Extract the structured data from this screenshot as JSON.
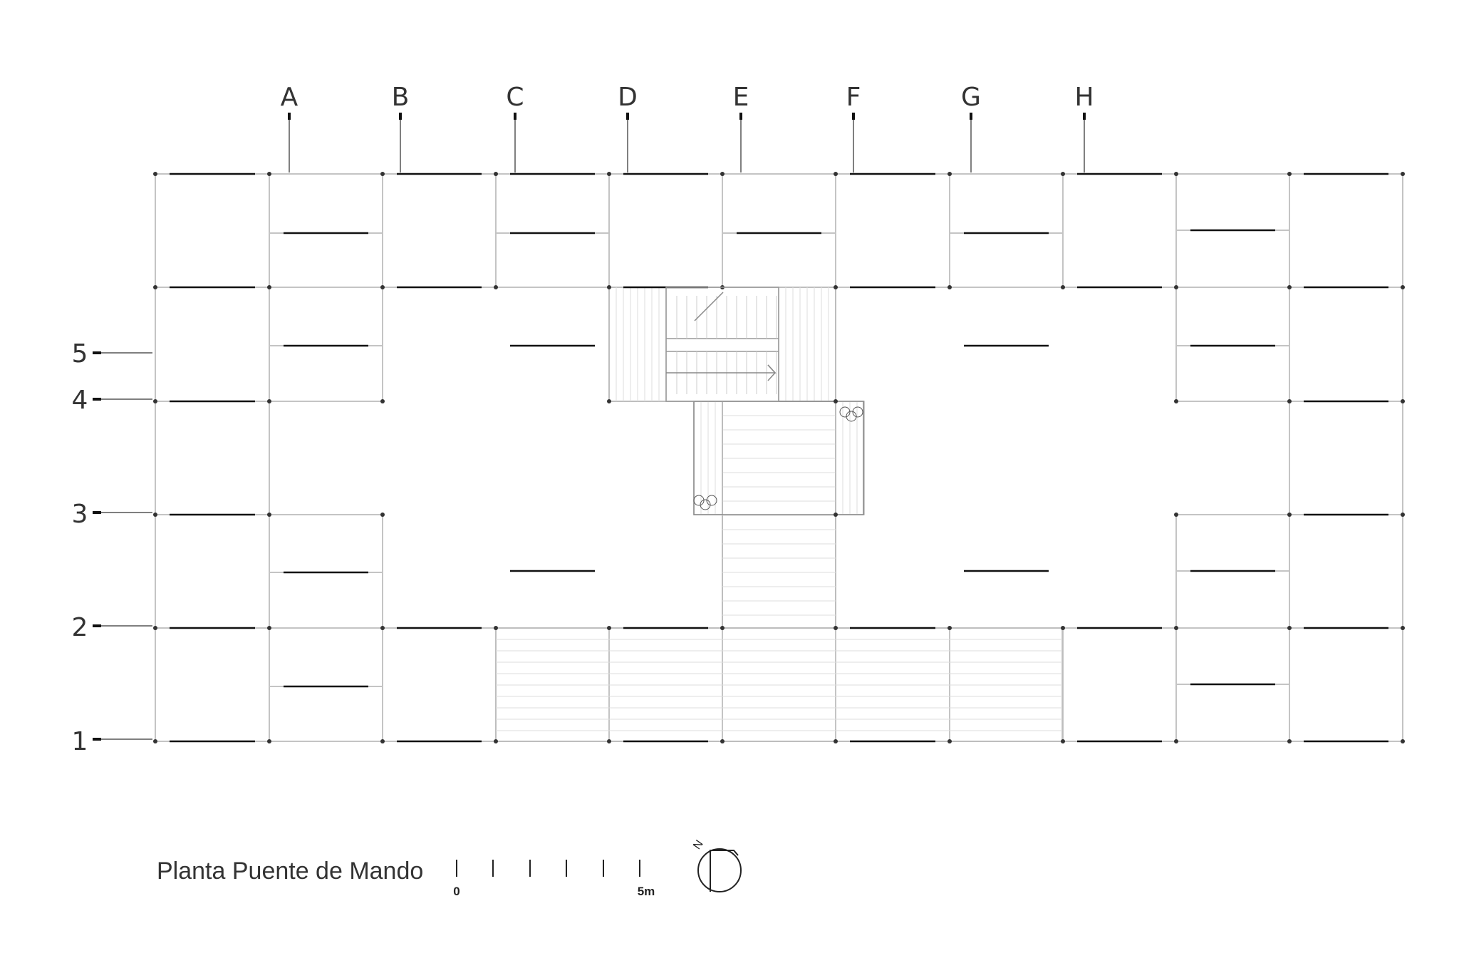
{
  "drawing": {
    "title": "Planta Puente de Mando",
    "column_axes": [
      "A",
      "B",
      "C",
      "D",
      "E",
      "F",
      "G",
      "H"
    ],
    "row_axes": [
      "5",
      "4",
      "3",
      "2",
      "1"
    ],
    "scale_bar": {
      "start_label": "0",
      "end_label": "5m"
    },
    "north": {
      "letter": "N"
    }
  },
  "colors": {
    "grid_line": "#c4c4c4",
    "ink": "#111111",
    "hatch": "#dddddd"
  }
}
